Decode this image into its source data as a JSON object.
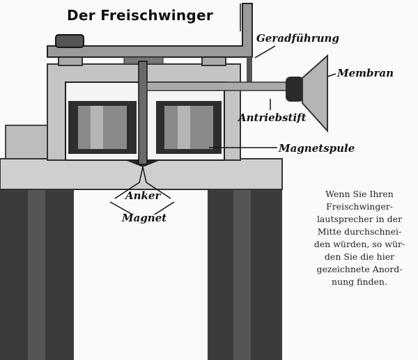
{
  "title": "Der Freischwinger",
  "labels": {
    "guide": "Geradführung",
    "membrane": "Membran",
    "drive_pin": "Antriebstift",
    "coil": "Magnetspule",
    "armature": "Anker",
    "magnet": "Magnet"
  },
  "caption_lines": [
    "Wenn Sie Ihren",
    "Freischwinger-",
    "lautsprecher in der",
    "Mitte durchschnei-",
    "den würden, so wür-",
    "den Sie die hier",
    "gezeichnete Anord-",
    "nung finden."
  ]
}
